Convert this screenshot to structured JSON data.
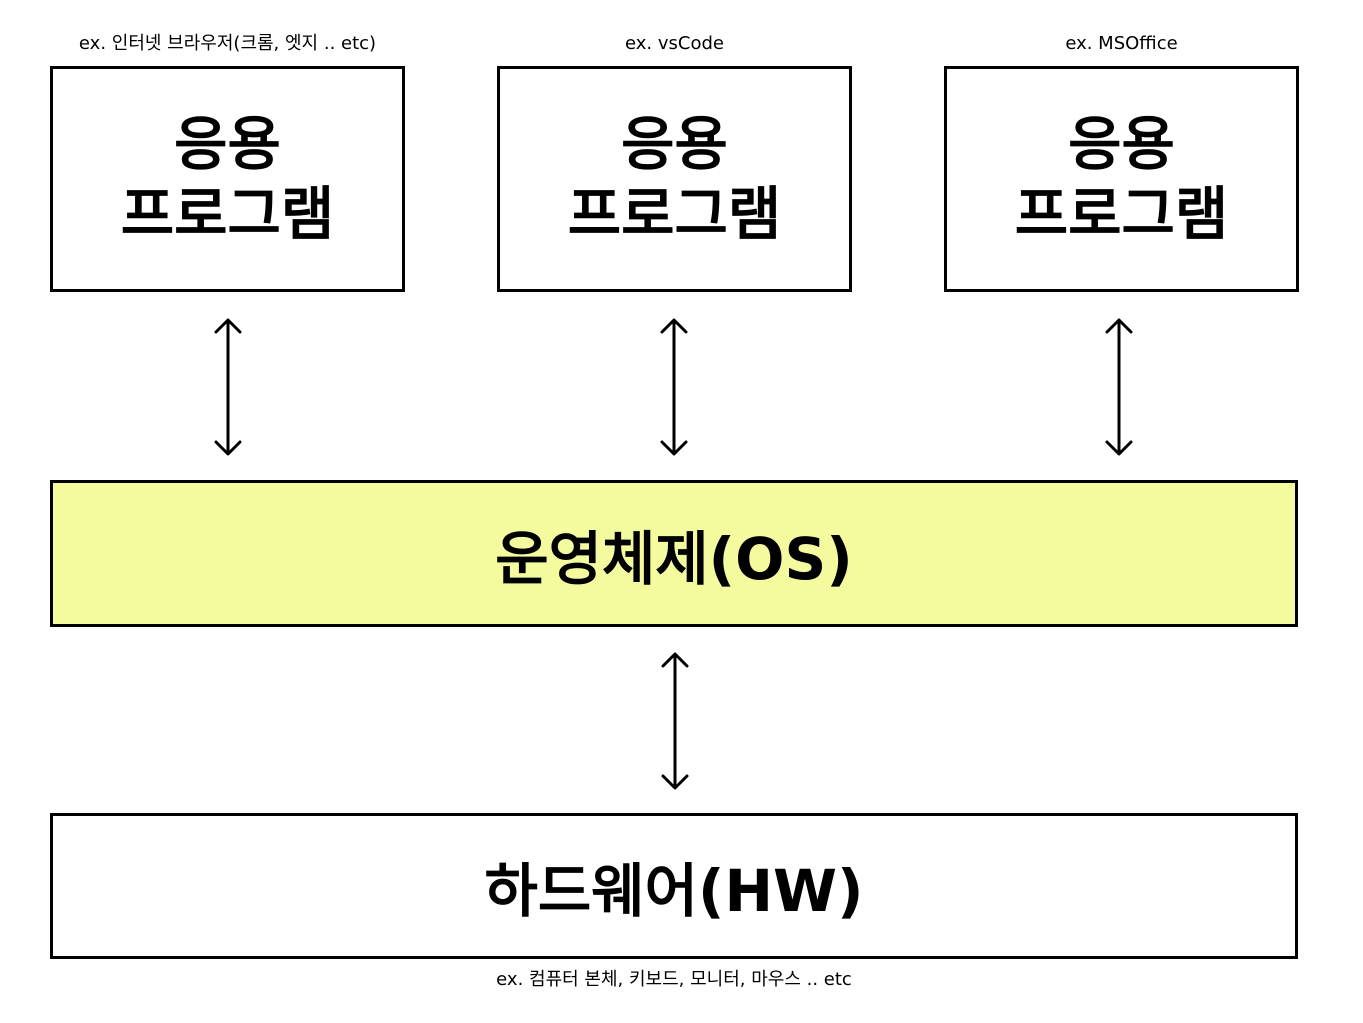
{
  "colors": {
    "os_fill": "#f4fa9e",
    "border": "#000000",
    "background": "#ffffff"
  },
  "apps": [
    {
      "caption": "ex. 인터넷 브라우저(크롬, 엣지 .. etc)",
      "line1": "응용",
      "line2": "프로그램"
    },
    {
      "caption": "ex. vsCode",
      "line1": "응용",
      "line2": "프로그램"
    },
    {
      "caption": "ex. MSOffice",
      "line1": "응용",
      "line2": "프로그램"
    }
  ],
  "os": {
    "label": "운영체제(OS)"
  },
  "hardware": {
    "label": "하드웨어(HW)",
    "caption": "ex. 컴퓨터 본체, 키보드, 모니터, 마우스  ..   etc"
  }
}
